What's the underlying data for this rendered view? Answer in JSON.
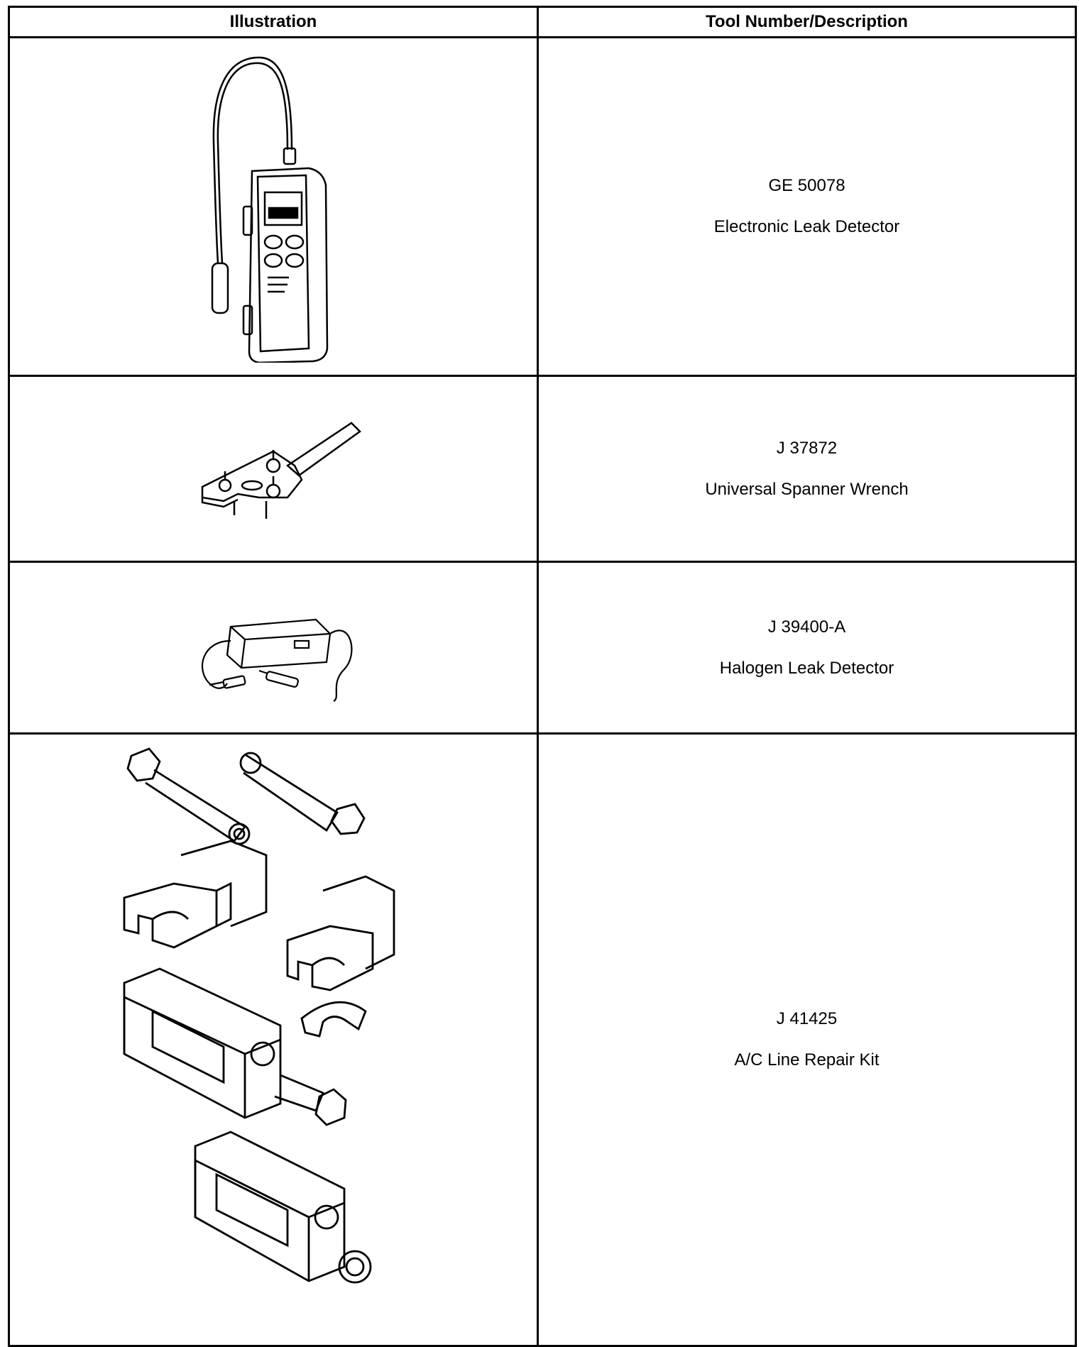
{
  "table": {
    "headers": {
      "illustration": "Illustration",
      "tool": "Tool Number/Description"
    },
    "rows": [
      {
        "number": "GE 50078",
        "description": "Electronic Leak Detector",
        "icon": "electronic-leak-detector-icon"
      },
      {
        "number": "J 37872",
        "description": "Universal Spanner Wrench",
        "icon": "spanner-wrench-icon"
      },
      {
        "number": "J 39400-A",
        "description": "Halogen Leak Detector",
        "icon": "halogen-leak-detector-icon"
      },
      {
        "number": "J 41425",
        "description": "A/C Line Repair Kit",
        "icon": "ac-line-repair-kit-icon"
      }
    ]
  }
}
